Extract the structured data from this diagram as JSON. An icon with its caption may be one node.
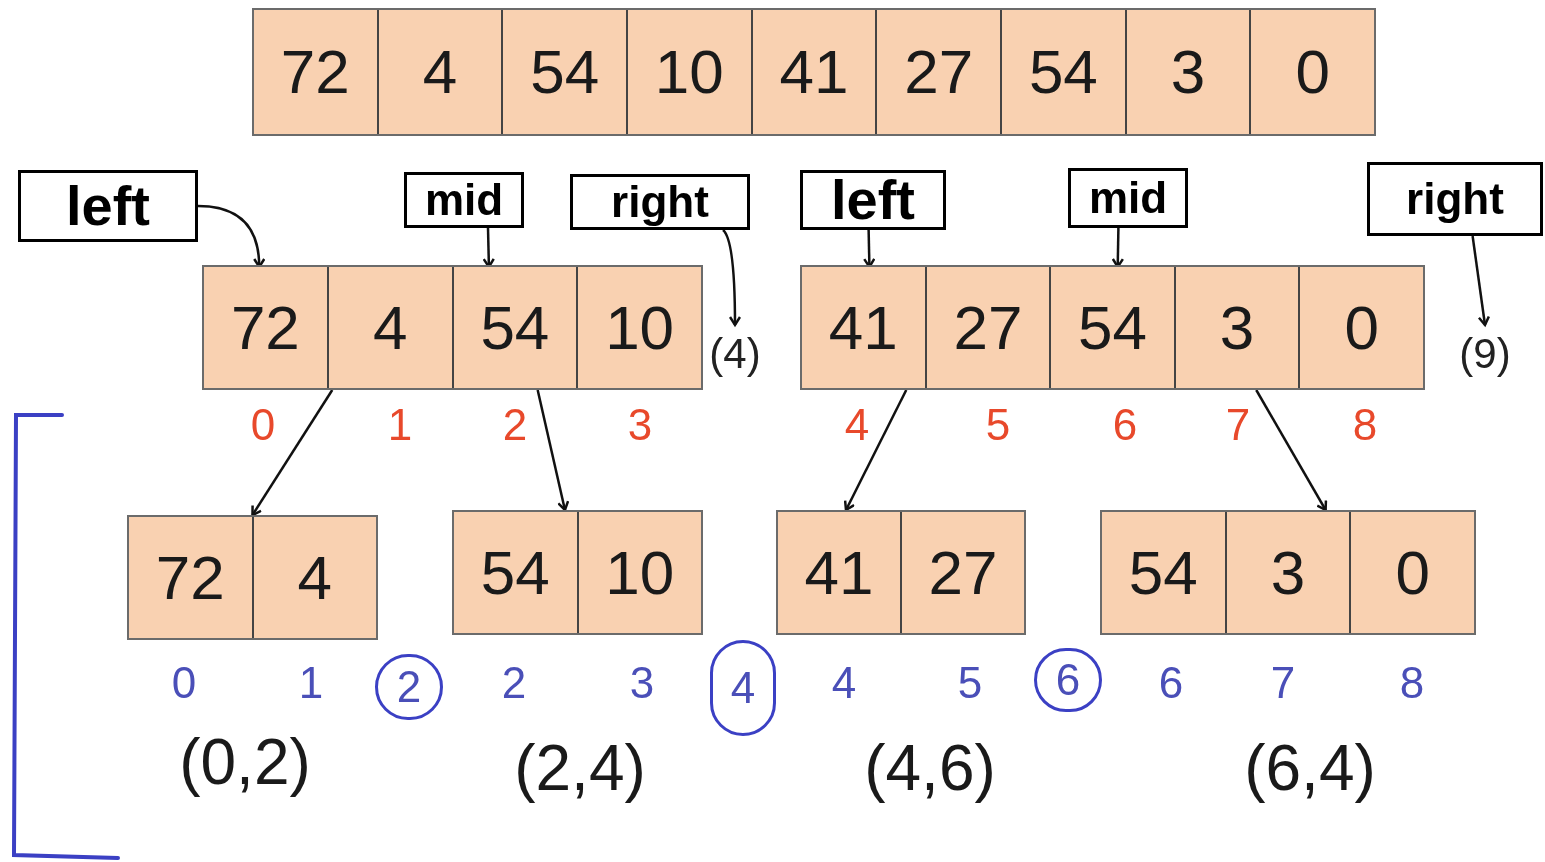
{
  "diagram": {
    "nodes": [
      {
        "text": [],
        "shape": "box"
      },
      {
        "text": [
          "72"
        ],
        "in": 0
      },
      {
        "text": [
          "4"
        ],
        "in": 0
      },
      {
        "text": [
          "54"
        ],
        "in": 0
      },
      {
        "text": [
          "10"
        ],
        "in": 0
      },
      {
        "text": [
          "41"
        ],
        "in": 0
      },
      {
        "text": [
          "27"
        ],
        "in": 0
      },
      {
        "text": [
          "54"
        ],
        "in": 0
      },
      {
        "text": [
          "3"
        ],
        "in": 0
      },
      {
        "text": [
          "0"
        ],
        "in": 0
      },
      {
        "text": [
          "left"
        ]
      },
      {
        "text": [
          "mid"
        ]
      },
      {
        "text": [
          "right"
        ]
      },
      {
        "text": [
          "left"
        ]
      },
      {
        "text": [
          "mid"
        ]
      },
      {
        "text": [
          "right"
        ]
      },
      {
        "text": [],
        "shape": "box"
      },
      {
        "text": [
          "72"
        ],
        "in": 16
      },
      {
        "text": [
          "4"
        ],
        "in": 16
      },
      {
        "text": [
          "54"
        ],
        "in": 16
      },
      {
        "text": [
          "10"
        ],
        "in": 16
      },
      {
        "text": [
          "(4)"
        ]
      },
      {
        "text": [],
        "shape": "box"
      },
      {
        "text": [
          "41"
        ],
        "in": 22
      },
      {
        "text": [
          "27"
        ],
        "in": 22
      },
      {
        "text": [
          "54"
        ],
        "in": 22
      },
      {
        "text": [
          "3"
        ],
        "in": 22
      },
      {
        "text": [
          "0"
        ],
        "in": 22
      },
      {
        "text": [
          "(9)"
        ]
      },
      {
        "text": [],
        "shape": "box"
      },
      {
        "text": [
          "72"
        ],
        "in": 29
      },
      {
        "text": [
          "4"
        ],
        "in": 29
      },
      {
        "text": [],
        "shape": "box"
      },
      {
        "text": [
          "54"
        ],
        "in": 32
      },
      {
        "text": [
          "10"
        ],
        "in": 32
      },
      {
        "text": [],
        "shape": "box"
      },
      {
        "text": [
          "41"
        ],
        "in": 35
      },
      {
        "text": [
          "27"
        ],
        "in": 35
      },
      {
        "text": [],
        "shape": "box"
      },
      {
        "text": [
          "54"
        ],
        "in": 38
      },
      {
        "text": [
          "3"
        ],
        "in": 38
      },
      {
        "text": [
          "0"
        ],
        "in": 38
      },
      {
        "text": [
          "2"
        ]
      },
      {
        "text": [
          "4"
        ]
      },
      {
        "text": [
          "6"
        ]
      }
    ],
    "edges": [
      {
        "from": 10,
        "to": 17,
        "arrow": "to"
      },
      {
        "from": 11,
        "to": 19,
        "arrow": "to"
      },
      {
        "from": 12,
        "to": 21,
        "arrow": "to"
      },
      {
        "from": 13,
        "to": 23,
        "arrow": "to"
      },
      {
        "from": 14,
        "to": 25,
        "arrow": "to"
      },
      {
        "from": 15,
        "to": 28,
        "arrow": "to"
      },
      {
        "from": 16,
        "to": 29,
        "arrow": "to"
      },
      {
        "from": 16,
        "to": 32,
        "arrow": "to"
      },
      {
        "from": 22,
        "to": 35,
        "arrow": "to"
      },
      {
        "from": 22,
        "to": 38,
        "arrow": "to"
      }
    ],
    "labels": [
      "0",
      "1",
      "2",
      "3",
      "4",
      "5",
      "6",
      "7",
      "8",
      "0",
      "1",
      "2",
      "3",
      "4",
      "5",
      "6",
      "7",
      "8",
      "(0,2)",
      "(2,4)",
      "(4,6)",
      "(6,4)"
    ]
  }
}
